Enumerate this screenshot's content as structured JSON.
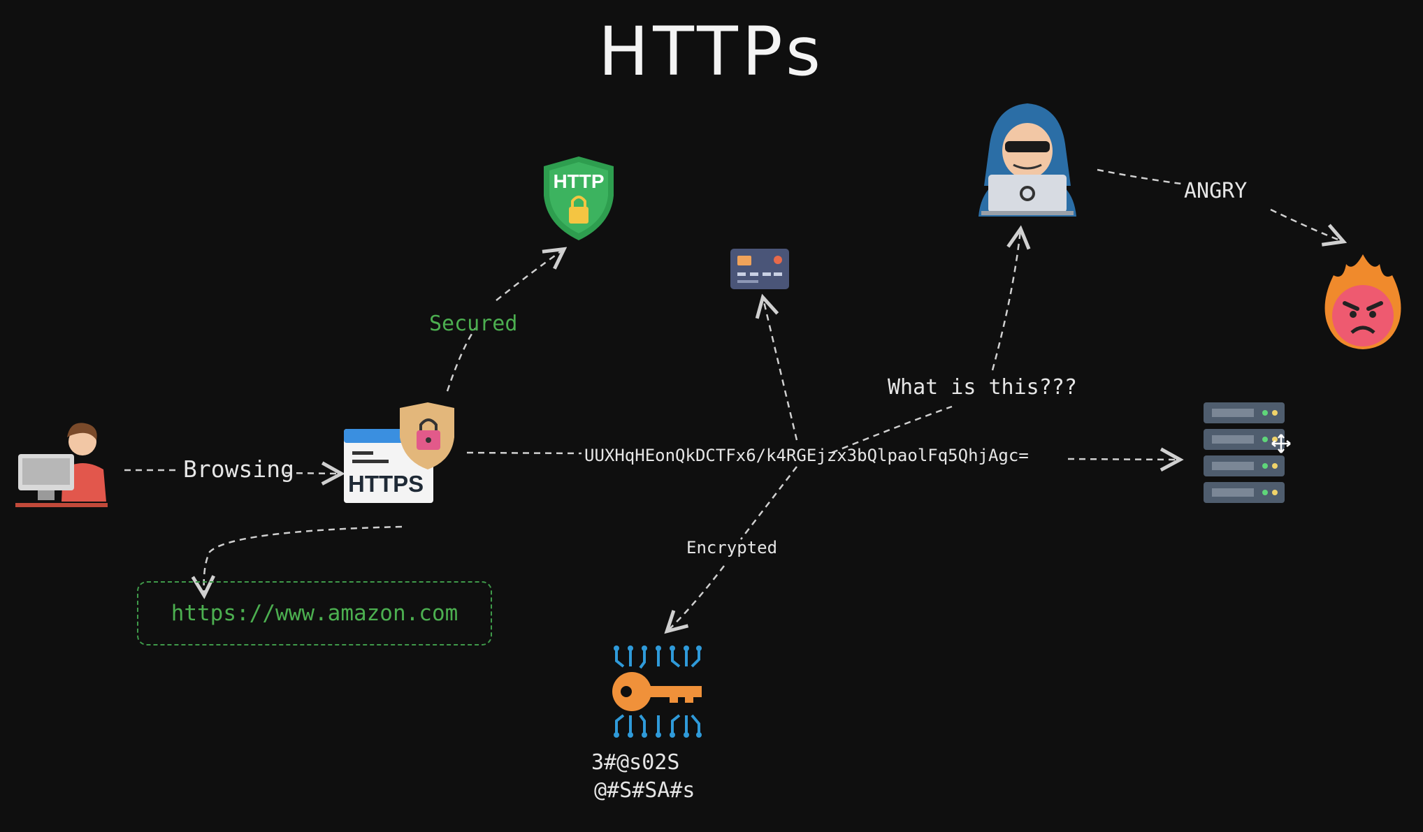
{
  "title": "HTTPs",
  "labels": {
    "browsing": "Browsing",
    "secured": "Secured",
    "encrypted_string": "UUXHqHEonQkDCTFx6/k4RGEjzx3bQlpaolFq5QhjAgc=",
    "what_is_this": "What is this???",
    "angry": "ANGRY",
    "encrypted": "Encrypted",
    "key_line1": "3#@s02S",
    "key_line2": "@#S#SA#s",
    "https_badge": "HTTPS",
    "shield_text": "HTTP"
  },
  "url": "https://www.amazon.com",
  "icons": [
    "user-at-computer-icon",
    "https-browser-icon",
    "http-shield-icon",
    "credit-card-icon",
    "hacker-icon",
    "angry-face-icon",
    "server-icon",
    "digital-key-icon"
  ],
  "colors": {
    "background": "#0f0f0f",
    "accent_green": "#4caf50",
    "line": "#d0d0d0"
  }
}
